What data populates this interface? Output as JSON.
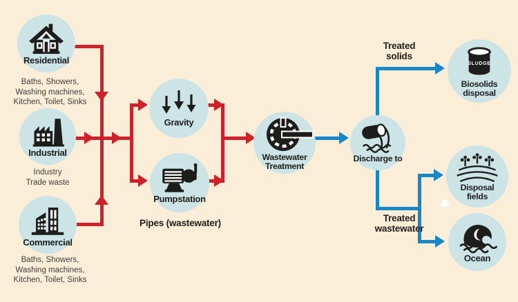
{
  "colors": {
    "background": "#fbeed8",
    "node_circle": "#cde4e6",
    "wastewater_flow": "#d0202a",
    "treated_flow": "#1688c9",
    "icon_ink": "#1d1d1b",
    "sublabel_text": "#3d3d3c"
  },
  "nodes": {
    "residential": {
      "icon": "house-icon",
      "label": "Residential",
      "sublabel": "Baths, Showers,\nWashing machines,\nKitchen, Toilet, Sinks"
    },
    "industrial": {
      "icon": "factory-icon",
      "label": "Industrial",
      "sublabel": "Industry\nTrade waste"
    },
    "commercial": {
      "icon": "city-buildings-icon",
      "label": "Commercial",
      "sublabel": "Baths, Showers,\nWashing machines,\nKitchen, Toilet, Sinks"
    },
    "gravity": {
      "icon": "down-arrows-icon",
      "label": "Gravity"
    },
    "pumpstation": {
      "icon": "pump-icon",
      "label": "Pumpstation"
    },
    "treatment": {
      "icon": "clarifier-icon",
      "label": "Wastewater\nTreatment"
    },
    "discharge": {
      "icon": "outfall-pipe-icon",
      "label": "Discharge to"
    },
    "biosolids": {
      "icon": "sludge-barrel-icon",
      "label": "Biosolids\ndisposal",
      "barrel_text": "SLUDGE"
    },
    "disposal_fields": {
      "icon": "crops-icon",
      "label": "Disposal\nfields"
    },
    "ocean": {
      "icon": "wave-icon",
      "label": "Ocean"
    }
  },
  "captions": {
    "pipes": "Pipes (wastewater)",
    "treated_solids": "Treated\nsolids",
    "treated_wastewater": "Treated\nwastewater"
  }
}
